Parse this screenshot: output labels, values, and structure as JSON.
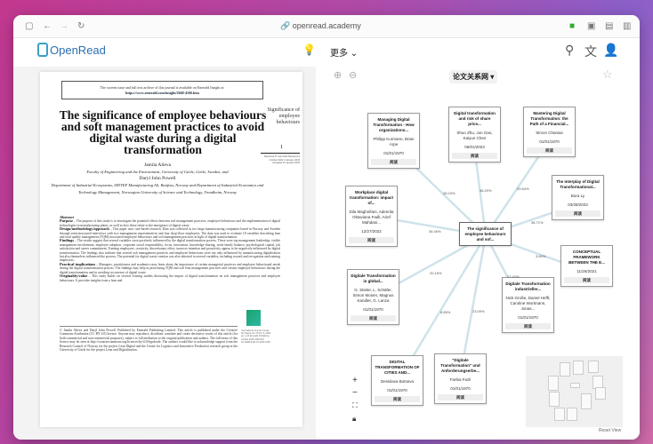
{
  "browser": {
    "url": "openread.academy"
  },
  "header": {
    "logo": "OpenRead",
    "more": "更多"
  },
  "paper": {
    "notice": "The current issue and full text archive of this journal is available on Emerald Insight at:",
    "notice_url": "https://www.emerald.com/insight/2040-4166.htm",
    "title": "The significance of employee behaviours and soft management practices to avoid digital waste during a digital transformation",
    "running_head": "Significance of employee behaviours",
    "page_number": "1",
    "dates": "Received 27 July 2022 Revised 14 October 2022 4 January 2023 Accepted 16 January 2023",
    "author1": "Jamila Alieva",
    "affil1": "Faculty of Engineering and the Environment, University of Gävle, Gävle, Sweden, and",
    "author2": "Daryl John Powell",
    "affil2": "Department of Industrial Ecosystems, SINTEF Manufacturing AS, Raufoss, Norway and Department of Industrial Economics and Technology Management, Norwegian University of Science and Technology, Trondheim, Norway",
    "abstract_heading": "Abstract",
    "sections": [
      {
        "label": "Purpose",
        "text": " – The purpose of this study is to investigate the potential effects between soft management practices, employee behaviours and the implementation of digital technologies in manufacturing plants, as well as how these relate to the emergence of digital waste."
      },
      {
        "label": "Design/methodology/approach",
        "text": " – This paper uses case-based research. Data was collected in two large manufacturing companies based in Norway and Sweden through semi-structured interviews with two management representatives and four shop-floor employees. The data was used to evaluate 18 variables describing lean and total quality management (TQM)-associated employee behaviours and soft management practices in light of digital transformation."
      },
      {
        "label": "Findings",
        "text": " – The results suggest that several variables were positively influenced by the digital transformation process. These were top management leadership, visible management involvement, employee adoption, corporate social responsibility, focus, innovation, knowledge sharing, work-family balance, psychological capital, job satisfaction and career commitment. Training employees, creativity, discretionary effort, turnover intention and proactivity appear to be negatively influenced by digital transformation. The findings also indicate that several soft management practices and employee behaviours were not only influenced by manufacturing digitalisation but also themselves influenced the process. The potential for digital waste creation was also detected in several variables, including reward and recognition and training employees."
      },
      {
        "label": "Practical implications",
        "text": " – Managers, practitioners and academics may learn about the importance of certain managerial practices and employee behavioural needs during the digital transformation process. The findings may help in prioritising TQM and soft lean management practices and certain employee behaviours during the digital transformation and in avoiding occurrence of digital waste."
      },
      {
        "label": "Originality/value",
        "text": " – This study builds on several existing studies discussing the impact of digital transformation on soft management practices and employee behaviours. It provides insights from a lean and"
      }
    ],
    "license": "© Jamila Alieva and Daryl John Powell. Published by Emerald Publishing Limited. This article is published under the Creative Commons Attribution (CC BY 4.0) licence. Anyone may reproduce, distribute, translate and create derivative works of this article (for both commercial and non-commercial purposes), subject to full attribution to the original publication and authors. The full terms of this licence may be seen at http://creativecommons.org/licences/by/4.0/legalcode. The authors would like to acknowledge support from the Research Council of Norway for the project Lean Digital and the Centre for Logistics and Innovative Production research group at the University of Gävle for the project Lean and Digitalisation.",
    "publisher_note": "International Journal of Lean Six Sigma Vol. 15 No. 8, 2024 pp. 1-23 Emerald Publishing Limited 2040-4166 DOI 10.1108/IJLSS-07-2022-0166"
  },
  "graph": {
    "selector": "论文关系网",
    "reset": "Reset View",
    "read_label": "阅读",
    "center": {
      "title": "The significance of employee behaviours and sof..."
    },
    "nodes": [
      {
        "title": "Managing Digital Transformation - How organizations...",
        "authors": "Philipp Kurmann, Brian Arpe",
        "date": "01/01/1970",
        "pct": "28.23%"
      },
      {
        "title": "Digital transformation and risk of share price...",
        "authors": "Shuo Zhu, Jun Gao, Kaiyun Chen",
        "date": "06/01/2023",
        "pct": "38.29%"
      },
      {
        "title": "Mastering Digital Transformation: the Path of a Financial...",
        "authors": "Simon Chanias",
        "date": "01/01/1970",
        "pct": "29.64%"
      },
      {
        "title": "The Interplay of Digital Transformational...",
        "authors": "Bora Ly",
        "date": "03/28/2023",
        "pct": "38.71%"
      },
      {
        "title": "Workplace digital transformation: impact of...",
        "authors": "Dila Maghnifani, Adenrita Oktaviana Fadli, Arief Mahdani...",
        "date": "12/27/2022",
        "pct": "36.46%"
      },
      {
        "title": "CONCEPTUAL FRAMEWORK BETWEEN THE E...",
        "authors": "",
        "date": "11/26/2021",
        "pct": "3.60%"
      },
      {
        "title": "Digitale Transformation in global...",
        "authors": "G. Stieler, L. Schäfer, Simon Mosen, Magnus Kandler, G. Lanza",
        "date": "01/01/1970",
        "pct": "20.16%"
      },
      {
        "title": "Digitale Transformation industrieller...",
        "authors": "Nick Große, Daniel Hefft, Caroline Wortmann, Jonas...",
        "date": "01/01/1970",
        "pct": "27.42%"
      },
      {
        "title": "DIGITAL TRANSFORMATION OF CITIES AND...",
        "authors": "Desislava Botseva",
        "date": "01/01/1970",
        "pct": "8.65%"
      },
      {
        "title": "\"Digitale Transformation\" und Anforderungserbe...",
        "authors": "Fariba Fazli",
        "date": "01/01/1970",
        "pct": "23.09%"
      }
    ]
  }
}
